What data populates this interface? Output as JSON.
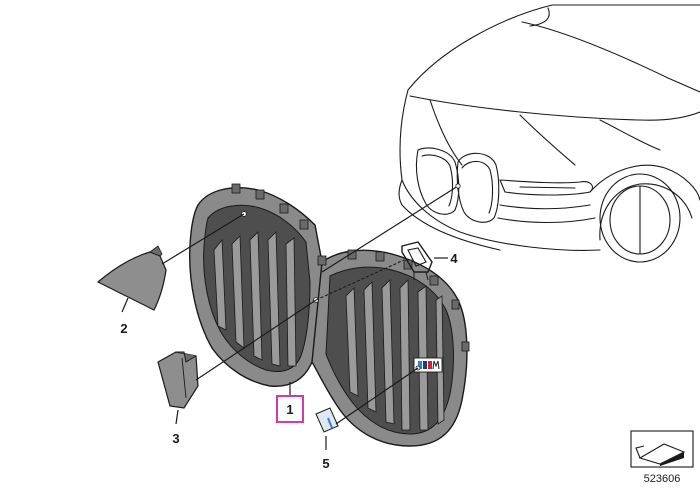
{
  "callouts": {
    "c1": "1",
    "c2": "2",
    "c3": "3",
    "c4": "4",
    "c5": "5"
  },
  "highlight_color": "#d63aa8",
  "reference_number": "523606",
  "icons": {
    "reference_box": "folded-sheet-icon",
    "emblem": "m-badge-icon"
  }
}
